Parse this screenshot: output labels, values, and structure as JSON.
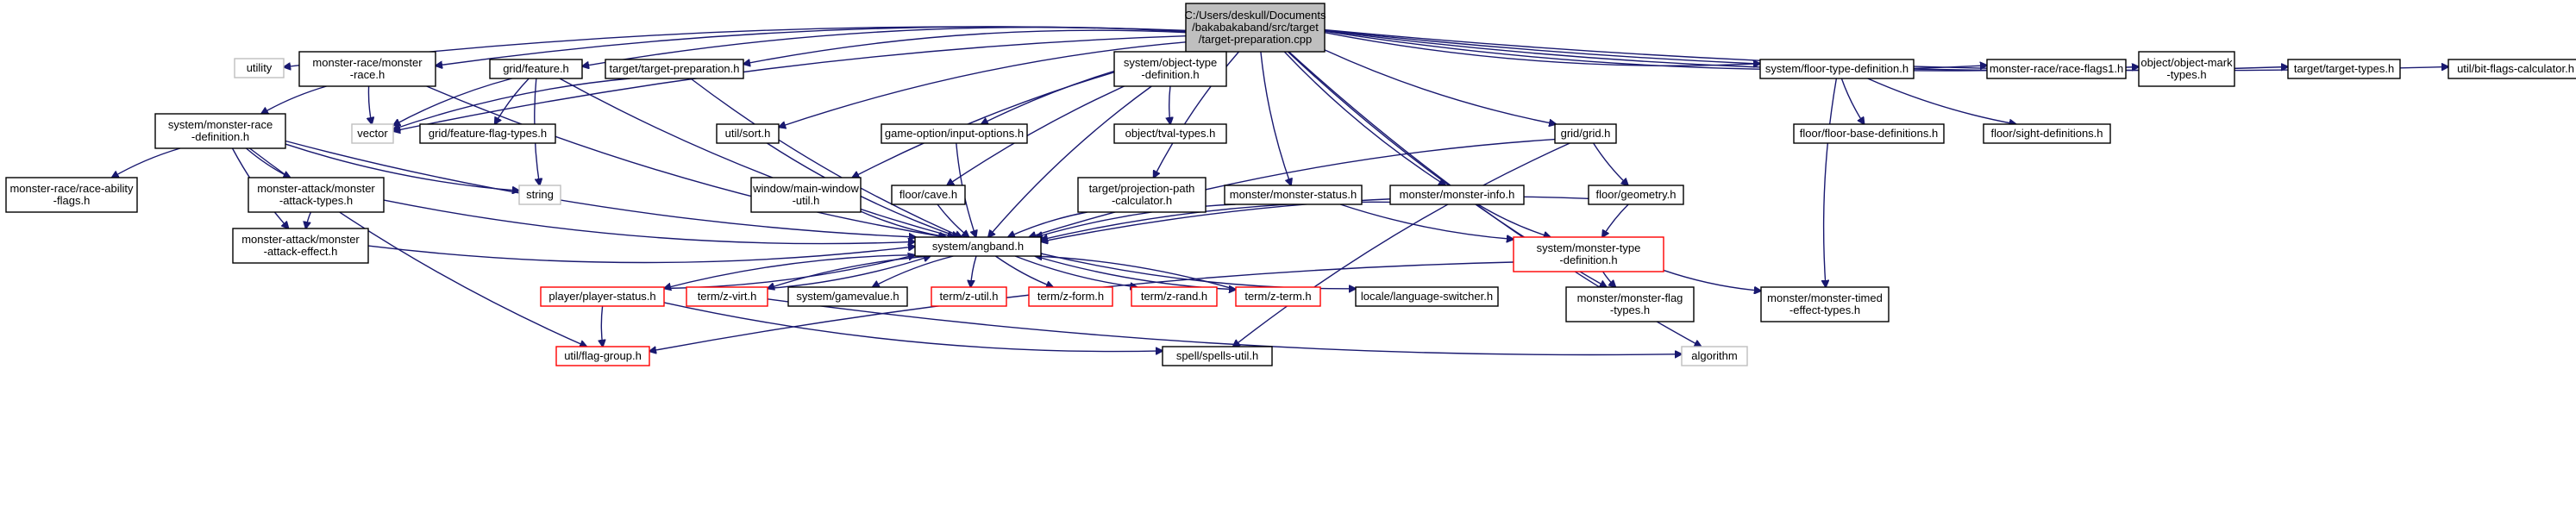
{
  "diagram": {
    "type": "include-dependency-graph",
    "colors": {
      "edge": "#191970",
      "root_fill": "#bfbfbf",
      "border": "#000000",
      "external_border": "#bfbfbf",
      "truncated_border": "#ff0000"
    },
    "nodes": [
      {
        "id": "root",
        "lines": [
          "C:/Users/deskull/Documents",
          "/bakabakaband/src/target",
          "/target-preparation.cpp"
        ],
        "style": "root",
        "link": false
      },
      {
        "id": "utility",
        "lines": [
          "utility"
        ],
        "style": "external",
        "link": false
      },
      {
        "id": "monster_race_h",
        "lines": [
          "monster-race/monster",
          "-race.h"
        ],
        "style": "normal",
        "link": true
      },
      {
        "id": "grid_feature_h",
        "lines": [
          "grid/feature.h"
        ],
        "style": "normal",
        "link": true
      },
      {
        "id": "target_preparation_h",
        "lines": [
          "target/target-preparation.h"
        ],
        "style": "normal",
        "link": true
      },
      {
        "id": "system_object_type_def_h",
        "lines": [
          "system/object-type",
          "-definition.h"
        ],
        "style": "normal",
        "link": true
      },
      {
        "id": "system_floor_type_def_h",
        "lines": [
          "system/floor-type-definition.h"
        ],
        "style": "normal",
        "link": true
      },
      {
        "id": "race_flags1_h",
        "lines": [
          "monster-race/race-flags1.h"
        ],
        "style": "normal",
        "link": true
      },
      {
        "id": "object_mark_types_h",
        "lines": [
          "object/object-mark",
          "-types.h"
        ],
        "style": "normal",
        "link": true
      },
      {
        "id": "target_types_h",
        "lines": [
          "target/target-types.h"
        ],
        "style": "normal",
        "link": true
      },
      {
        "id": "bit_flags_calc_h",
        "lines": [
          "util/bit-flags-calculator.h"
        ],
        "style": "normal",
        "link": true
      },
      {
        "id": "system_monster_race_def_h",
        "lines": [
          "system/monster-race",
          "-definition.h"
        ],
        "style": "normal",
        "link": true
      },
      {
        "id": "vector",
        "lines": [
          "vector"
        ],
        "style": "external",
        "link": false
      },
      {
        "id": "feature_flag_types_h",
        "lines": [
          "grid/feature-flag-types.h"
        ],
        "style": "normal",
        "link": true
      },
      {
        "id": "util_sort_h",
        "lines": [
          "util/sort.h"
        ],
        "style": "normal",
        "link": true
      },
      {
        "id": "input_options_h",
        "lines": [
          "game-option/input-options.h"
        ],
        "style": "normal",
        "link": true
      },
      {
        "id": "tval_types_h",
        "lines": [
          "object/tval-types.h"
        ],
        "style": "normal",
        "link": true
      },
      {
        "id": "grid_grid_h",
        "lines": [
          "grid/grid.h"
        ],
        "style": "normal",
        "link": true
      },
      {
        "id": "floor_base_defs_h",
        "lines": [
          "floor/floor-base-definitions.h"
        ],
        "style": "normal",
        "link": true
      },
      {
        "id": "sight_defs_h",
        "lines": [
          "floor/sight-definitions.h"
        ],
        "style": "normal",
        "link": true
      },
      {
        "id": "race_ability_flags_h",
        "lines": [
          "monster-race/race-ability",
          "-flags.h"
        ],
        "style": "normal",
        "link": true
      },
      {
        "id": "monster_attack_types_h",
        "lines": [
          "monster-attack/monster",
          "-attack-types.h"
        ],
        "style": "normal",
        "link": true
      },
      {
        "id": "string",
        "lines": [
          "string"
        ],
        "style": "external",
        "link": false
      },
      {
        "id": "main_window_util_h",
        "lines": [
          "window/main-window",
          "-util.h"
        ],
        "style": "normal",
        "link": true
      },
      {
        "id": "floor_cave_h",
        "lines": [
          "floor/cave.h"
        ],
        "style": "normal",
        "link": true
      },
      {
        "id": "projection_path_calc_h",
        "lines": [
          "target/projection-path",
          "-calculator.h"
        ],
        "style": "normal",
        "link": true
      },
      {
        "id": "monster_status_h",
        "lines": [
          "monster/monster-status.h"
        ],
        "style": "normal",
        "link": true
      },
      {
        "id": "monster_info_h",
        "lines": [
          "monster/monster-info.h"
        ],
        "style": "normal",
        "link": true
      },
      {
        "id": "floor_geometry_h",
        "lines": [
          "floor/geometry.h"
        ],
        "style": "normal",
        "link": true
      },
      {
        "id": "monster_attack_effect_h",
        "lines": [
          "monster-attack/monster",
          "-attack-effect.h"
        ],
        "style": "normal",
        "link": true
      },
      {
        "id": "system_angband_h",
        "lines": [
          "system/angband.h"
        ],
        "style": "normal",
        "link": true
      },
      {
        "id": "monster_type_def_h",
        "lines": [
          "system/monster-type",
          "-definition.h"
        ],
        "style": "truncated",
        "link": true
      },
      {
        "id": "player_status_h",
        "lines": [
          "player/player-status.h"
        ],
        "style": "truncated",
        "link": true
      },
      {
        "id": "z_virt_h",
        "lines": [
          "term/z-virt.h"
        ],
        "style": "truncated",
        "link": true
      },
      {
        "id": "gamevalue_h",
        "lines": [
          "system/gamevalue.h"
        ],
        "style": "normal",
        "link": true
      },
      {
        "id": "z_util_h",
        "lines": [
          "term/z-util.h"
        ],
        "style": "truncated",
        "link": true
      },
      {
        "id": "z_form_h",
        "lines": [
          "term/z-form.h"
        ],
        "style": "truncated",
        "link": true
      },
      {
        "id": "z_rand_h",
        "lines": [
          "term/z-rand.h"
        ],
        "style": "truncated",
        "link": true
      },
      {
        "id": "z_term_h",
        "lines": [
          "term/z-term.h"
        ],
        "style": "truncated",
        "link": true
      },
      {
        "id": "language_switcher_h",
        "lines": [
          "locale/language-switcher.h"
        ],
        "style": "normal",
        "link": true
      },
      {
        "id": "monster_flag_types_h",
        "lines": [
          "monster/monster-flag",
          "-types.h"
        ],
        "style": "normal",
        "link": true
      },
      {
        "id": "monster_timed_effect_types_h",
        "lines": [
          "monster/monster-timed",
          "-effect-types.h"
        ],
        "style": "normal",
        "link": true
      },
      {
        "id": "flag_group_h",
        "lines": [
          "util/flag-group.h"
        ],
        "style": "truncated",
        "link": true
      },
      {
        "id": "spells_util_h",
        "lines": [
          "spell/spells-util.h"
        ],
        "style": "normal",
        "link": true
      },
      {
        "id": "algorithm",
        "lines": [
          "algorithm"
        ],
        "style": "external",
        "link": false
      }
    ],
    "edges": [
      [
        "root",
        "utility"
      ],
      [
        "root",
        "monster_race_h"
      ],
      [
        "root",
        "grid_feature_h"
      ],
      [
        "root",
        "target_preparation_h"
      ],
      [
        "root",
        "system_object_type_def_h"
      ],
      [
        "root",
        "system_floor_type_def_h"
      ],
      [
        "root",
        "race_flags1_h"
      ],
      [
        "root",
        "object_mark_types_h"
      ],
      [
        "root",
        "target_types_h"
      ],
      [
        "root",
        "bit_flags_calc_h"
      ],
      [
        "root",
        "vector"
      ],
      [
        "root",
        "util_sort_h"
      ],
      [
        "root",
        "input_options_h"
      ],
      [
        "root",
        "grid_grid_h"
      ],
      [
        "root",
        "main_window_util_h"
      ],
      [
        "root",
        "floor_cave_h"
      ],
      [
        "root",
        "projection_path_calc_h"
      ],
      [
        "root",
        "monster_status_h"
      ],
      [
        "root",
        "monster_info_h"
      ],
      [
        "root",
        "monster_flag_types_h"
      ],
      [
        "root",
        "algorithm"
      ],
      [
        "monster_race_h",
        "system_monster_race_def_h"
      ],
      [
        "monster_race_h",
        "vector"
      ],
      [
        "monster_race_h",
        "system_angband_h"
      ],
      [
        "grid_feature_h",
        "vector"
      ],
      [
        "grid_feature_h",
        "feature_flag_types_h"
      ],
      [
        "grid_feature_h",
        "string"
      ],
      [
        "grid_feature_h",
        "system_angband_h"
      ],
      [
        "target_preparation_h",
        "vector"
      ],
      [
        "target_preparation_h",
        "system_angband_h"
      ],
      [
        "system_object_type_def_h",
        "tval_types_h"
      ],
      [
        "system_object_type_def_h",
        "system_angband_h"
      ],
      [
        "system_floor_type_def_h",
        "floor_base_defs_h"
      ],
      [
        "system_floor_type_def_h",
        "sight_defs_h"
      ],
      [
        "system_floor_type_def_h",
        "monster_timed_effect_types_h"
      ],
      [
        "system_monster_race_def_h",
        "race_ability_flags_h"
      ],
      [
        "system_monster_race_def_h",
        "monster_attack_types_h"
      ],
      [
        "system_monster_race_def_h",
        "string"
      ],
      [
        "system_monster_race_def_h",
        "system_angband_h"
      ],
      [
        "system_monster_race_def_h",
        "monster_attack_effect_h"
      ],
      [
        "system_monster_race_def_h",
        "flag_group_h"
      ],
      [
        "monster_attack_types_h",
        "monster_attack_effect_h"
      ],
      [
        "monster_attack_types_h",
        "system_angband_h"
      ],
      [
        "util_sort_h",
        "system_angband_h"
      ],
      [
        "input_options_h",
        "system_angband_h"
      ],
      [
        "grid_grid_h",
        "floor_geometry_h"
      ],
      [
        "grid_grid_h",
        "system_angband_h"
      ],
      [
        "grid_grid_h",
        "spells_util_h"
      ],
      [
        "main_window_util_h",
        "system_angband_h"
      ],
      [
        "floor_cave_h",
        "system_angband_h"
      ],
      [
        "projection_path_calc_h",
        "system_angband_h"
      ],
      [
        "monster_status_h",
        "system_angband_h"
      ],
      [
        "monster_status_h",
        "monster_type_def_h"
      ],
      [
        "monster_info_h",
        "system_angband_h"
      ],
      [
        "monster_info_h",
        "monster_type_def_h"
      ],
      [
        "floor_geometry_h",
        "system_angband_h"
      ],
      [
        "floor_geometry_h",
        "monster_type_def_h"
      ],
      [
        "monster_type_def_h",
        "monster_flag_types_h"
      ],
      [
        "monster_type_def_h",
        "monster_timed_effect_types_h"
      ],
      [
        "monster_type_def_h",
        "flag_group_h"
      ],
      [
        "system_angband_h",
        "player_status_h"
      ],
      [
        "system_angband_h",
        "z_virt_h"
      ],
      [
        "system_angband_h",
        "gamevalue_h"
      ],
      [
        "system_angband_h",
        "z_util_h"
      ],
      [
        "system_angband_h",
        "z_form_h"
      ],
      [
        "system_angband_h",
        "z_rand_h"
      ],
      [
        "system_angband_h",
        "z_term_h"
      ],
      [
        "system_angband_h",
        "language_switcher_h"
      ],
      [
        "player_status_h",
        "system_angband_h"
      ],
      [
        "player_status_h",
        "flag_group_h"
      ],
      [
        "player_status_h",
        "spells_util_h"
      ],
      [
        "z_virt_h",
        "system_angband_h"
      ],
      [
        "z_virt_h",
        "algorithm"
      ],
      [
        "z_term_h",
        "system_angband_h"
      ],
      [
        "monster_attack_effect_h",
        "system_angband_h"
      ]
    ]
  }
}
